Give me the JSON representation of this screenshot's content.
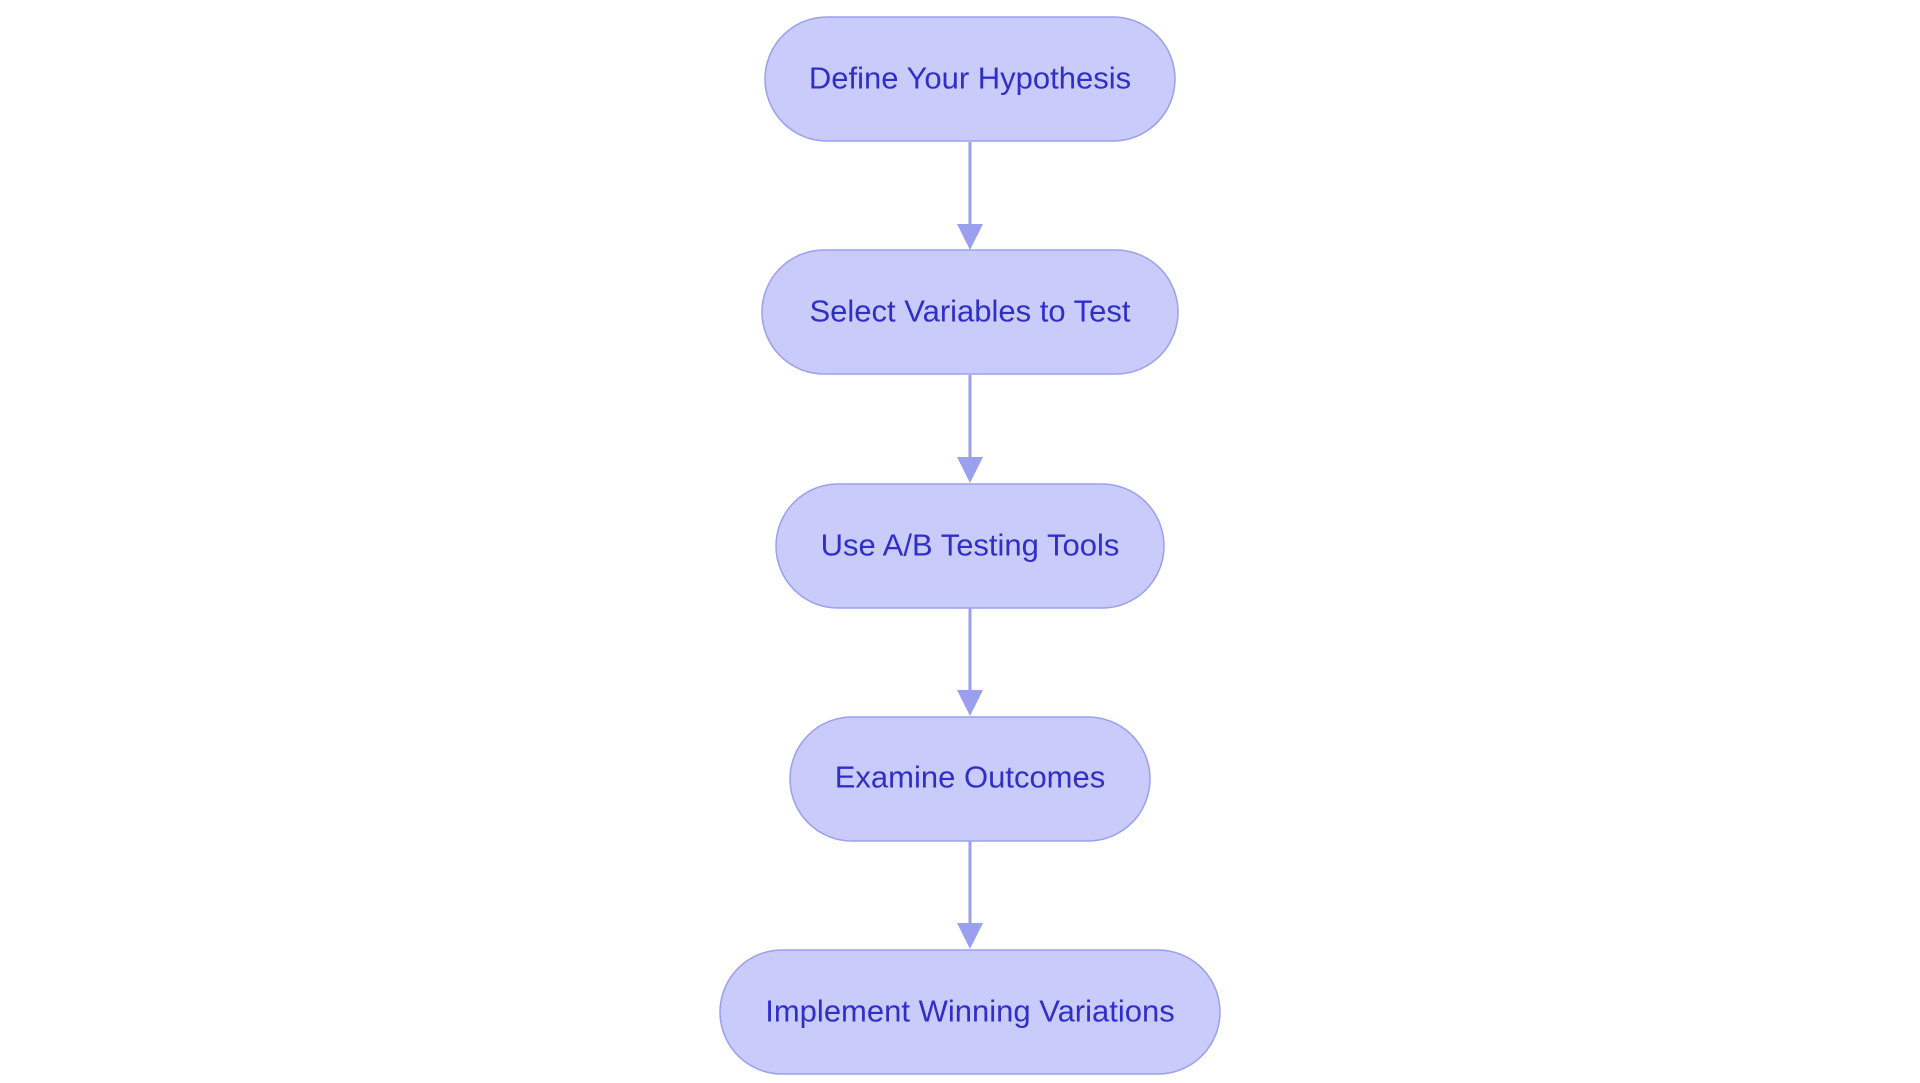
{
  "colors": {
    "node_fill": "#c9cbfb",
    "node_stroke": "#9ba0ee",
    "text": "#2f2fc8",
    "edge": "#9ba0ee"
  },
  "flowchart": {
    "nodes": [
      {
        "id": "step-1",
        "label": "Define Your Hypothesis"
      },
      {
        "id": "step-2",
        "label": "Select Variables to Test"
      },
      {
        "id": "step-3",
        "label": "Use A/B Testing Tools"
      },
      {
        "id": "step-4",
        "label": "Examine Outcomes"
      },
      {
        "id": "step-5",
        "label": "Implement Winning Variations"
      }
    ],
    "edges": [
      {
        "from": "step-1",
        "to": "step-2"
      },
      {
        "from": "step-2",
        "to": "step-3"
      },
      {
        "from": "step-3",
        "to": "step-4"
      },
      {
        "from": "step-4",
        "to": "step-5"
      }
    ]
  }
}
